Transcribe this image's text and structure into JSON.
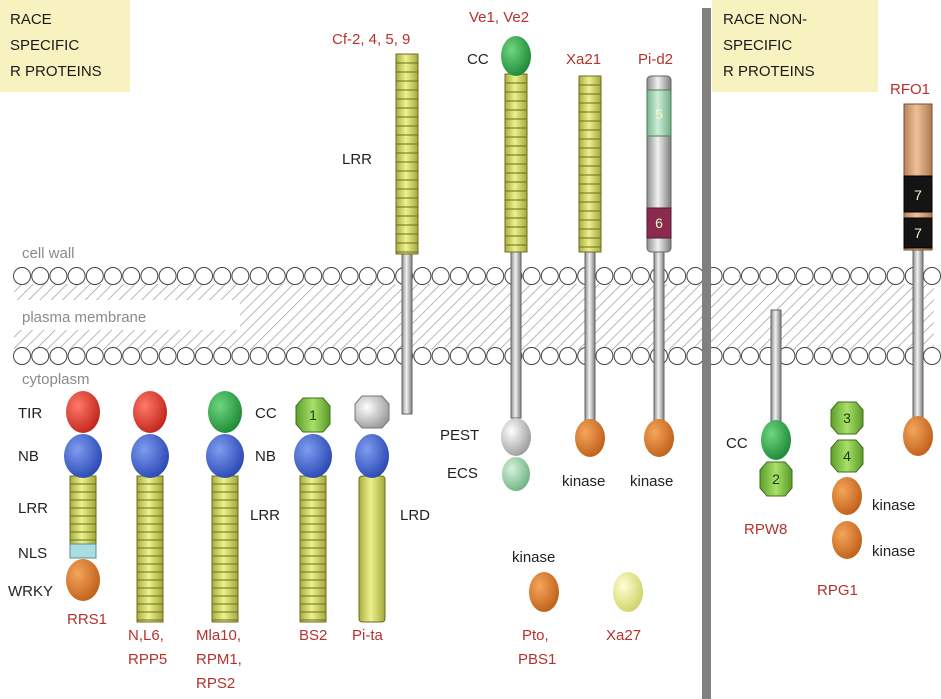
{
  "panels": {
    "left_title": [
      "RACE",
      "SPECIFIC",
      "R PROTEINS"
    ],
    "right_title": [
      "RACE NON-",
      "SPECIFIC",
      "R PROTEINS"
    ]
  },
  "zones": {
    "cell_wall": "cell wall",
    "plasma_membrane": "plasma membrane",
    "cytoplasm": "cytoplasm"
  },
  "domain_labels": {
    "tir": "TIR",
    "nb": "NB",
    "lrr": "LRR",
    "nls": "NLS",
    "wrky": "WRKY",
    "cc": "CC",
    "lrd": "LRD",
    "pest": "PEST",
    "ecs": "ECS",
    "kinase": "kinase"
  },
  "proteins": {
    "rrs1": "RRS1",
    "n_l6_rpp5": [
      "N,L6,",
      "RPP5"
    ],
    "mla10": [
      "Mla10,",
      "RPM1,",
      "RPS2"
    ],
    "bs2": "BS2",
    "pi_ta": "Pi-ta",
    "cf": "Cf-2, 4, 5, 9",
    "ve": "Ve1,  Ve2",
    "xa21": "Xa21",
    "pi_d2": "Pi-d2",
    "pto": [
      "Pto,",
      "PBS1"
    ],
    "xa27": "Xa27",
    "rpw8": "RPW8",
    "rpg1": "RPG1",
    "rfo1": "RFO1"
  },
  "domain_numbers": {
    "bs2_cc": "1",
    "pid2_a": "5",
    "pid2_b": "6",
    "rfo1_a": "7",
    "rfo1_b": "7",
    "rpw8_a": "2",
    "rpg1_a": "3",
    "rpg1_b": "4"
  },
  "colors": {
    "title_box": "#f7f2c0",
    "label_red": "#b5322d",
    "lrr_yellow": "#d6dc6e",
    "nb_blue": "#3b5fc9",
    "tir_red": "#d9332a",
    "cc_green": "#2fa84a",
    "kinase_orange": "#d9782a",
    "divider": "#808080"
  }
}
